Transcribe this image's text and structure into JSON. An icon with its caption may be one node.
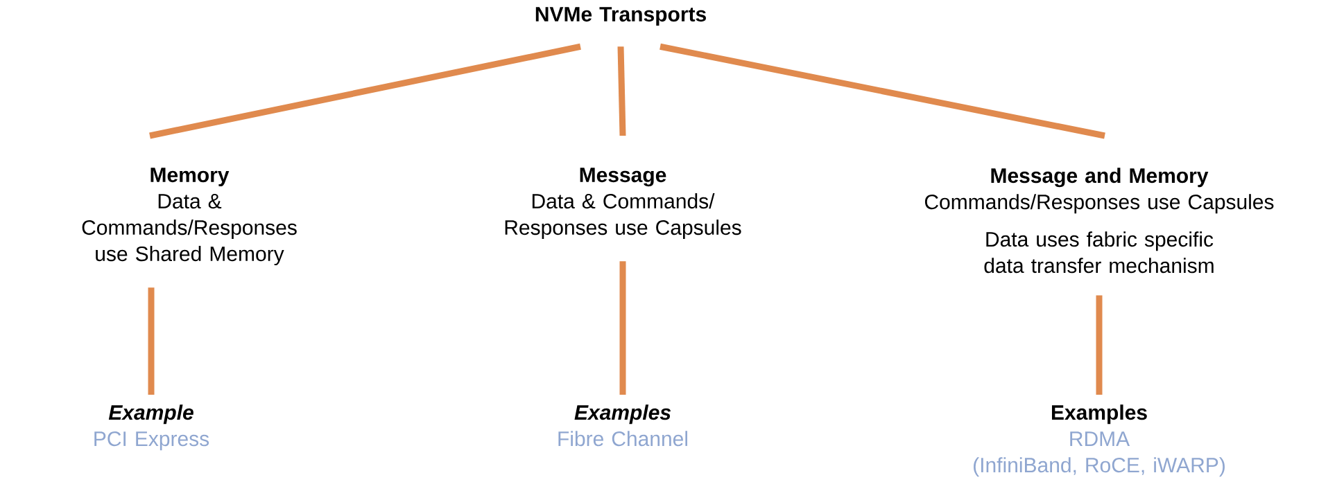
{
  "diagram": {
    "nodes": [
      {
        "text": [
          "NVMe Transports"
        ]
      },
      {
        "text": [
          "Memory",
          "Data & Commands/Responses use Shared Memory"
        ]
      },
      {
        "text": [
          "Message",
          "Data & Commands/ Responses use Capsules"
        ]
      },
      {
        "text": [
          "Message and Memory",
          "Commands/Responses use Capsules",
          "Data uses fabric specific data transfer mechanism"
        ]
      },
      {
        "text": [
          "Example",
          "PCI Express"
        ]
      },
      {
        "text": [
          "Examples",
          "Fibre Channel"
        ]
      },
      {
        "text": [
          "Examples",
          "RDMA",
          "(InfiniBand, RoCE, iWARP)"
        ]
      }
    ],
    "edges": [
      {
        "from": 0,
        "to": 1,
        "arrow": "none"
      },
      {
        "from": 0,
        "to": 2,
        "arrow": "none"
      },
      {
        "from": 0,
        "to": 3,
        "arrow": "none"
      },
      {
        "from": 1,
        "to": 4,
        "arrow": "none"
      },
      {
        "from": 2,
        "to": 5,
        "arrow": "none"
      },
      {
        "from": 3,
        "to": 6,
        "arrow": "none"
      }
    ]
  }
}
